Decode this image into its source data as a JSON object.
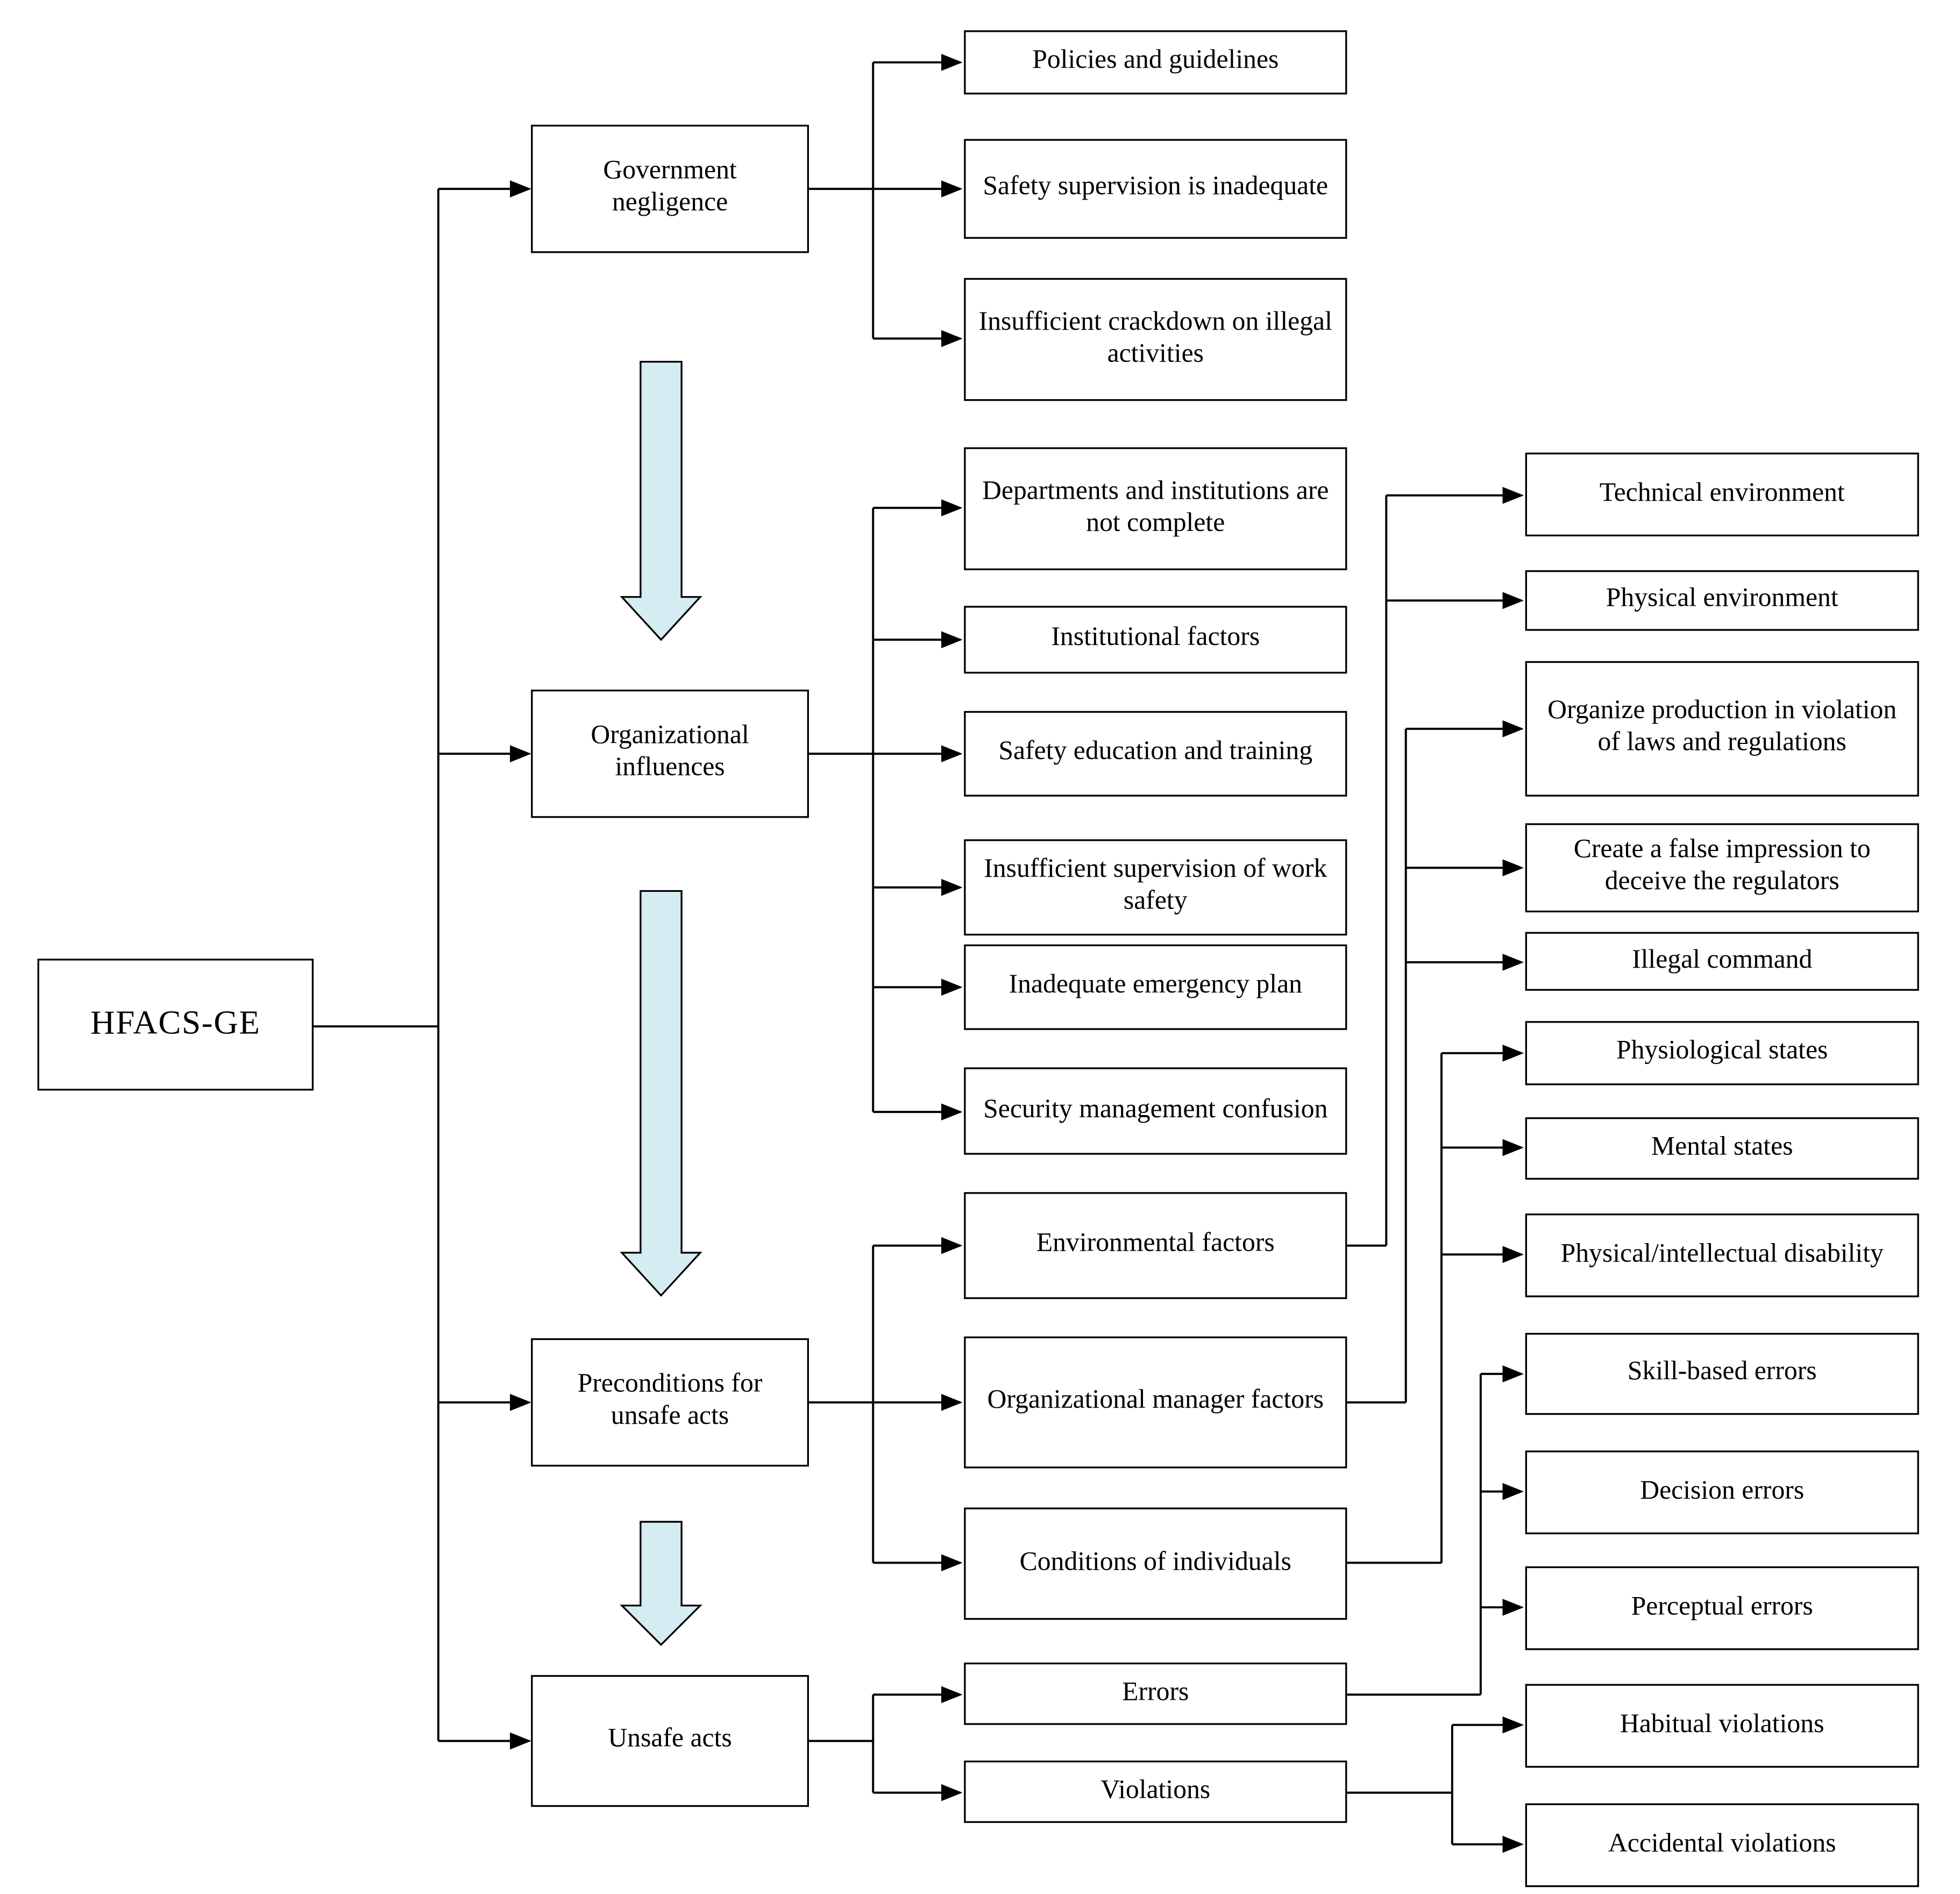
{
  "root": {
    "label": "HFACS-GE"
  },
  "level2": [
    {
      "label": "Government negligence",
      "children": [
        {
          "label": "Policies and guidelines"
        },
        {
          "label": "Safety supervision is inadequate"
        },
        {
          "label": "Insufficient crackdown on illegal activities"
        }
      ]
    },
    {
      "label": "Organizational influences",
      "children": [
        {
          "label": "Departments and institutions are not complete"
        },
        {
          "label": "Institutional factors"
        },
        {
          "label": "Safety education and training"
        },
        {
          "label": "Insufficient supervision of work safety"
        },
        {
          "label": "Inadequate emergency plan"
        },
        {
          "label": "Security management confusion"
        }
      ]
    },
    {
      "label": "Preconditions for unsafe acts",
      "children": [
        {
          "label": "Environmental factors",
          "children": [
            {
              "label": "Technical environment"
            },
            {
              "label": "Physical environment"
            }
          ]
        },
        {
          "label": "Organizational manager factors",
          "children": [
            {
              "label": "Organize production in violation of laws and regulations"
            },
            {
              "label": "Create a false impression to deceive the regulators"
            },
            {
              "label": "Illegal command"
            }
          ]
        },
        {
          "label": "Conditions of individuals",
          "children": [
            {
              "label": "Physiological states"
            },
            {
              "label": "Mental states"
            },
            {
              "label": "Physical/intellectual disability"
            }
          ]
        }
      ]
    },
    {
      "label": "Unsafe acts",
      "children": [
        {
          "label": "Errors",
          "children": [
            {
              "label": "Skill-based errors"
            },
            {
              "label": "Decision errors"
            },
            {
              "label": "Perceptual errors"
            }
          ]
        },
        {
          "label": "Violations",
          "children": [
            {
              "label": "Habitual violations"
            },
            {
              "label": "Accidental violations"
            }
          ]
        }
      ]
    }
  ],
  "colors": {
    "arrow_fill": "#d5ecf2",
    "line": "#000000",
    "box_background": "#ffffff",
    "box_border": "#000000"
  }
}
